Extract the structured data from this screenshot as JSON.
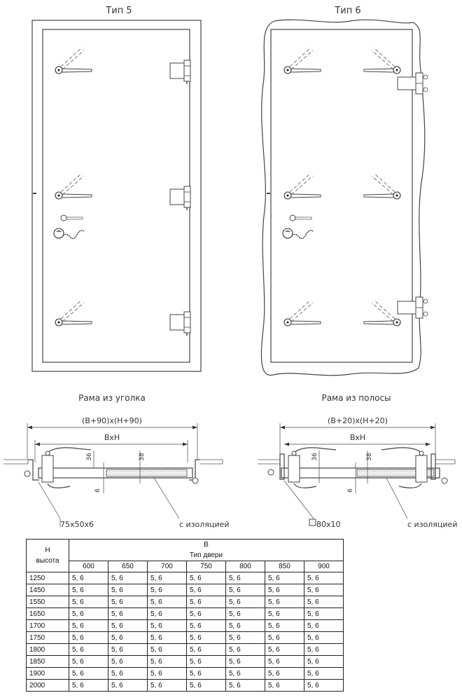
{
  "door_types": {
    "type5_title": "Тип 5",
    "type6_title": "Тип 6"
  },
  "sections": {
    "angle_frame_title": "Рама из уголка",
    "strip_frame_title": "Рама из полосы",
    "angle_outer_dim": "(B+90)x(H+90)",
    "strip_outer_dim": "(B+20)x(H+20)",
    "inner_dim": "BxH",
    "dim_36": "36",
    "dim_38": "38",
    "dim_6": "6",
    "angle_profile_label": "75x50x6",
    "strip_profile_label": "80x10",
    "insulation_label": "с изоляцией"
  },
  "table": {
    "h_header": "H",
    "h_subheader": "высота",
    "b_header": "B",
    "type_header": "Тип  двери",
    "widths": [
      "600",
      "650",
      "700",
      "750",
      "800",
      "850",
      "900"
    ],
    "rows": [
      {
        "h": "1250",
        "cells": [
          "5, 6",
          "5, 6",
          "5, 6",
          "5, 6",
          "5, 6",
          "5, 6",
          "5, 6"
        ]
      },
      {
        "h": "1450",
        "cells": [
          "5, 6",
          "5, 6",
          "5, 6",
          "5, 6",
          "5, 6",
          "5, 6",
          "5, 6"
        ]
      },
      {
        "h": "1550",
        "cells": [
          "5, 6",
          "5, 6",
          "5, 6",
          "5, 6",
          "5, 6",
          "5, 6",
          "5, 6"
        ]
      },
      {
        "h": "1650",
        "cells": [
          "5, 6",
          "5, 6",
          "5, 6",
          "5, 6",
          "5, 6",
          "5, 6",
          "5, 6"
        ]
      },
      {
        "h": "1700",
        "cells": [
          "5, 6",
          "5, 6",
          "5, 6",
          "5, 6",
          "5, 6",
          "5, 6",
          "5, 6"
        ]
      },
      {
        "h": "1750",
        "cells": [
          "5, 6",
          "5, 6",
          "5, 6",
          "5, 6",
          "5, 6",
          "5, 6",
          "5, 6"
        ]
      },
      {
        "h": "1800",
        "cells": [
          "5, 6",
          "5, 6",
          "5, 6",
          "5, 6",
          "5, 6",
          "5, 6",
          "5, 6"
        ]
      },
      {
        "h": "1850",
        "cells": [
          "5, 6",
          "5, 6",
          "5, 6",
          "5, 6",
          "5, 6",
          "5, 6",
          "5, 6"
        ]
      },
      {
        "h": "1900",
        "cells": [
          "5, 6",
          "5, 6",
          "5, 6",
          "5, 6",
          "5, 6",
          "5, 6",
          "5, 6"
        ]
      },
      {
        "h": "2000",
        "cells": [
          "5, 6",
          "5, 6",
          "5, 6",
          "5, 6",
          "5, 6",
          "5, 6",
          "5, 6"
        ]
      }
    ]
  }
}
